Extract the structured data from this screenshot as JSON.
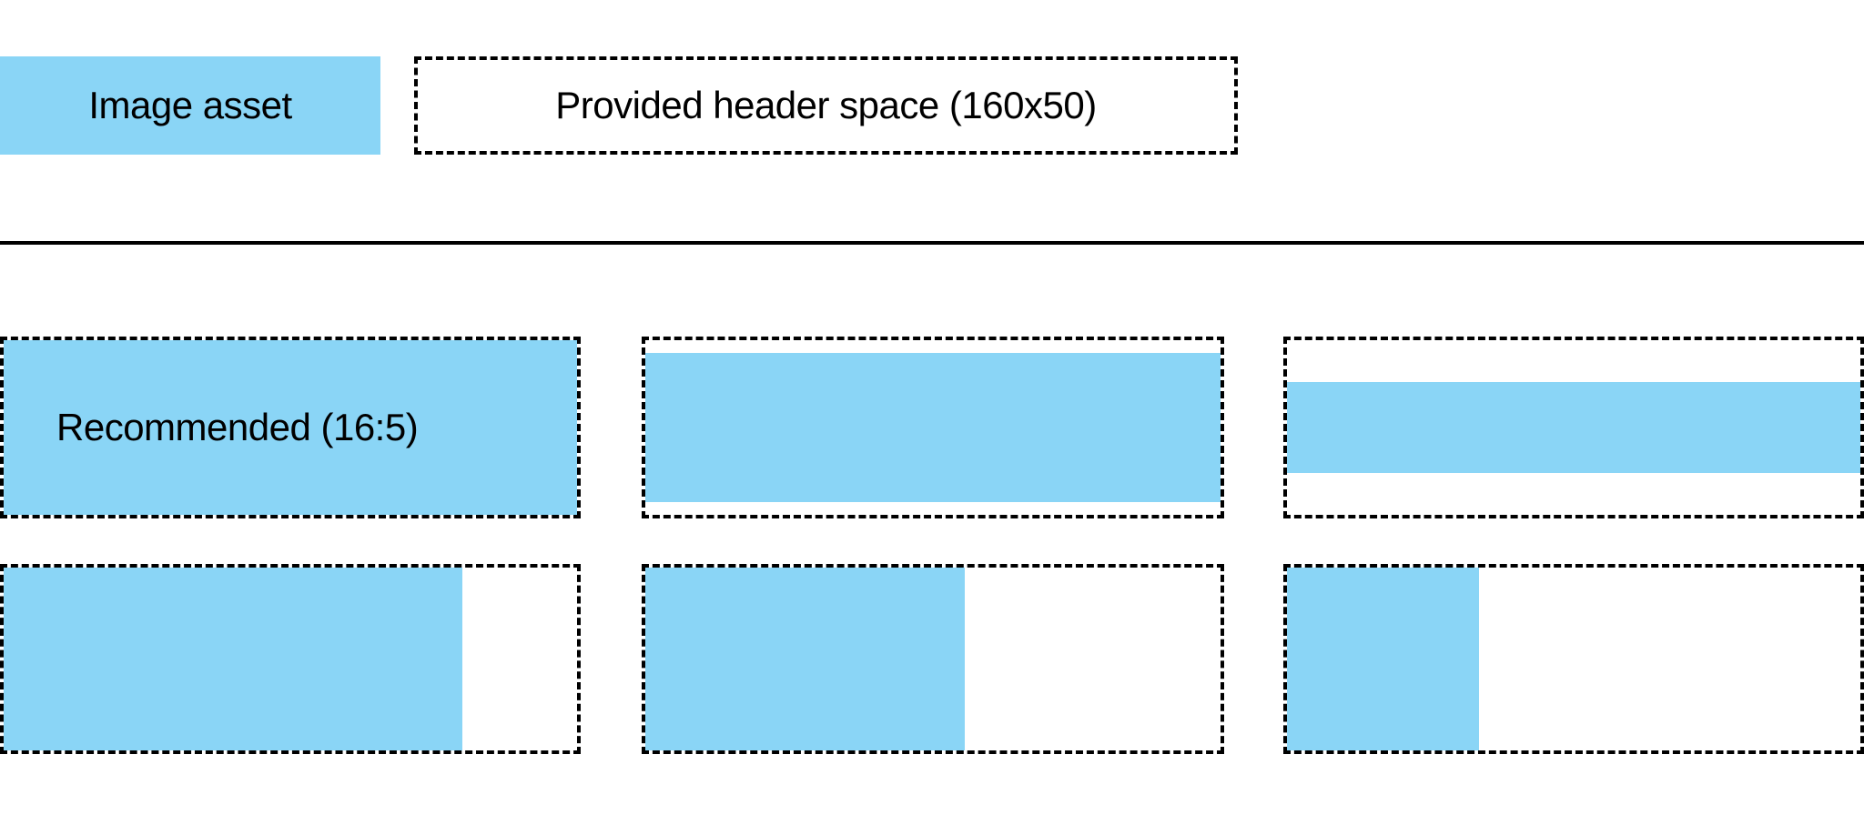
{
  "header": {
    "image_asset_label": "Image asset",
    "provided_space_label": "Provided header space (160x50)",
    "accent_color": "#8AD5F6",
    "outline_color": "#000000"
  },
  "grid": {
    "recommended_label": "Recommended (16:5)",
    "rows": [
      {
        "name": "aspect-variants-row",
        "cells": [
          {
            "name": "recommended-16-5",
            "fill": "full",
            "caption": "Recommended (16:5)"
          },
          {
            "name": "slightly-shorter",
            "fill": "inset-sm",
            "caption": ""
          },
          {
            "name": "much-shorter",
            "fill": "inset-lg",
            "caption": ""
          }
        ]
      },
      {
        "name": "width-variants-row",
        "cells": [
          {
            "name": "width-80",
            "fill": "w80",
            "caption": ""
          },
          {
            "name": "width-55",
            "fill": "w55",
            "caption": ""
          },
          {
            "name": "width-33",
            "fill": "w33",
            "caption": ""
          }
        ]
      }
    ]
  }
}
